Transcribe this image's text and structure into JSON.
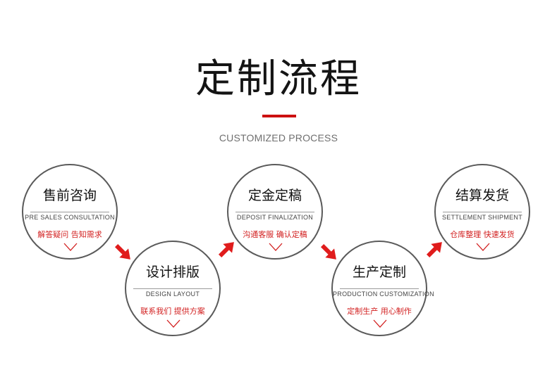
{
  "heading": {
    "title": "定制流程",
    "subtitle": "CUSTOMIZED PROCESS"
  },
  "colors": {
    "accent": "#cc1010",
    "circle_border": "#5a5a5a",
    "desc_text": "#d21f1f"
  },
  "steps": [
    {
      "title": "售前咨询",
      "en": "PRE SALES CONSULTATION",
      "desc": "解答疑问 告知需求",
      "icon": "chevron-down-icon"
    },
    {
      "title": "设计排版",
      "en": "DESIGN LAYOUT",
      "desc": "联系我们 提供方案",
      "icon": "chevron-down-icon"
    },
    {
      "title": "定金定稿",
      "en": "DEPOSIT FINALIZATION",
      "desc": "沟通客服 确认定稿",
      "icon": "chevron-down-icon"
    },
    {
      "title": "生产定制",
      "en": "PRODUCTION CUSTOMIZATION",
      "desc": "定制生产 用心制作",
      "icon": "chevron-down-icon"
    },
    {
      "title": "结算发货",
      "en": "SETTLEMENT SHIPMENT",
      "desc": "仓库整理 快速发货",
      "icon": "chevron-down-icon"
    }
  ],
  "connectors": [
    "arrow-down-right-icon",
    "arrow-up-right-icon",
    "arrow-down-right-icon",
    "arrow-up-right-icon"
  ]
}
